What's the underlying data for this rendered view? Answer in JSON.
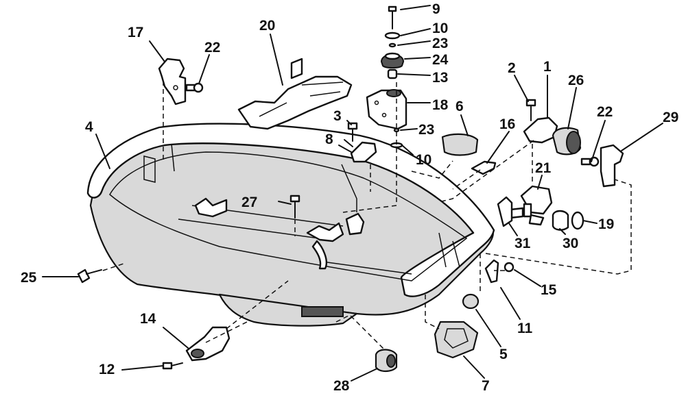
{
  "diagram": {
    "callouts": [
      {
        "id": "c1",
        "text": "1"
      },
      {
        "id": "c2",
        "text": "2"
      },
      {
        "id": "c3",
        "text": "3"
      },
      {
        "id": "c4",
        "text": "4"
      },
      {
        "id": "c5",
        "text": "5"
      },
      {
        "id": "c6",
        "text": "6"
      },
      {
        "id": "c7",
        "text": "7"
      },
      {
        "id": "c8",
        "text": "8"
      },
      {
        "id": "c9",
        "text": "9"
      },
      {
        "id": "c10a",
        "text": "10"
      },
      {
        "id": "c10b",
        "text": "10"
      },
      {
        "id": "c11",
        "text": "11"
      },
      {
        "id": "c12",
        "text": "12"
      },
      {
        "id": "c13",
        "text": "13"
      },
      {
        "id": "c14",
        "text": "14"
      },
      {
        "id": "c15",
        "text": "15"
      },
      {
        "id": "c16",
        "text": "16"
      },
      {
        "id": "c17",
        "text": "17"
      },
      {
        "id": "c18",
        "text": "18"
      },
      {
        "id": "c19",
        "text": "19"
      },
      {
        "id": "c20",
        "text": "20"
      },
      {
        "id": "c21",
        "text": "21"
      },
      {
        "id": "c22a",
        "text": "22"
      },
      {
        "id": "c22b",
        "text": "22"
      },
      {
        "id": "c23a",
        "text": "23"
      },
      {
        "id": "c23b",
        "text": "23"
      },
      {
        "id": "c24",
        "text": "24"
      },
      {
        "id": "c25",
        "text": "25"
      },
      {
        "id": "c26",
        "text": "26"
      },
      {
        "id": "c27",
        "text": "27"
      },
      {
        "id": "c28",
        "text": "28"
      },
      {
        "id": "c29",
        "text": "29"
      },
      {
        "id": "c30",
        "text": "30"
      },
      {
        "id": "c31",
        "text": "31"
      }
    ]
  }
}
